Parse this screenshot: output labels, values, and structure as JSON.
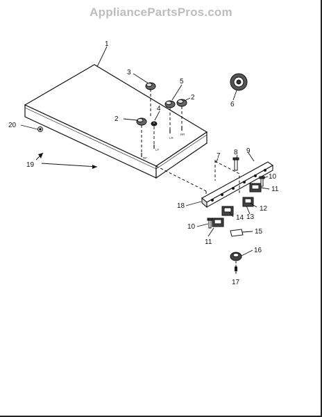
{
  "watermark": "AppliancePartsPros.com",
  "callouts": [
    {
      "id": "c1",
      "label": "1"
    },
    {
      "id": "c2a",
      "label": "2"
    },
    {
      "id": "c2b",
      "label": "2"
    },
    {
      "id": "c3",
      "label": "3"
    },
    {
      "id": "c4",
      "label": "4"
    },
    {
      "id": "c5",
      "label": "5"
    },
    {
      "id": "c6",
      "label": "6"
    },
    {
      "id": "c7",
      "label": "7"
    },
    {
      "id": "c8",
      "label": "8"
    },
    {
      "id": "c9",
      "label": "9"
    },
    {
      "id": "c10a",
      "label": "10"
    },
    {
      "id": "c10b",
      "label": "10"
    },
    {
      "id": "c11a",
      "label": "11"
    },
    {
      "id": "c11b",
      "label": "11"
    },
    {
      "id": "c12",
      "label": "12"
    },
    {
      "id": "c13",
      "label": "13"
    },
    {
      "id": "c14",
      "label": "14"
    },
    {
      "id": "c15",
      "label": "15"
    },
    {
      "id": "c16",
      "label": "16"
    },
    {
      "id": "c17",
      "label": "17"
    },
    {
      "id": "c18",
      "label": "18"
    },
    {
      "id": "c19",
      "label": "19"
    },
    {
      "id": "c20",
      "label": "20"
    }
  ],
  "position_marks": {
    "rr": "RR",
    "lr": "LR",
    "lf": "LF",
    "rf": "RF"
  }
}
